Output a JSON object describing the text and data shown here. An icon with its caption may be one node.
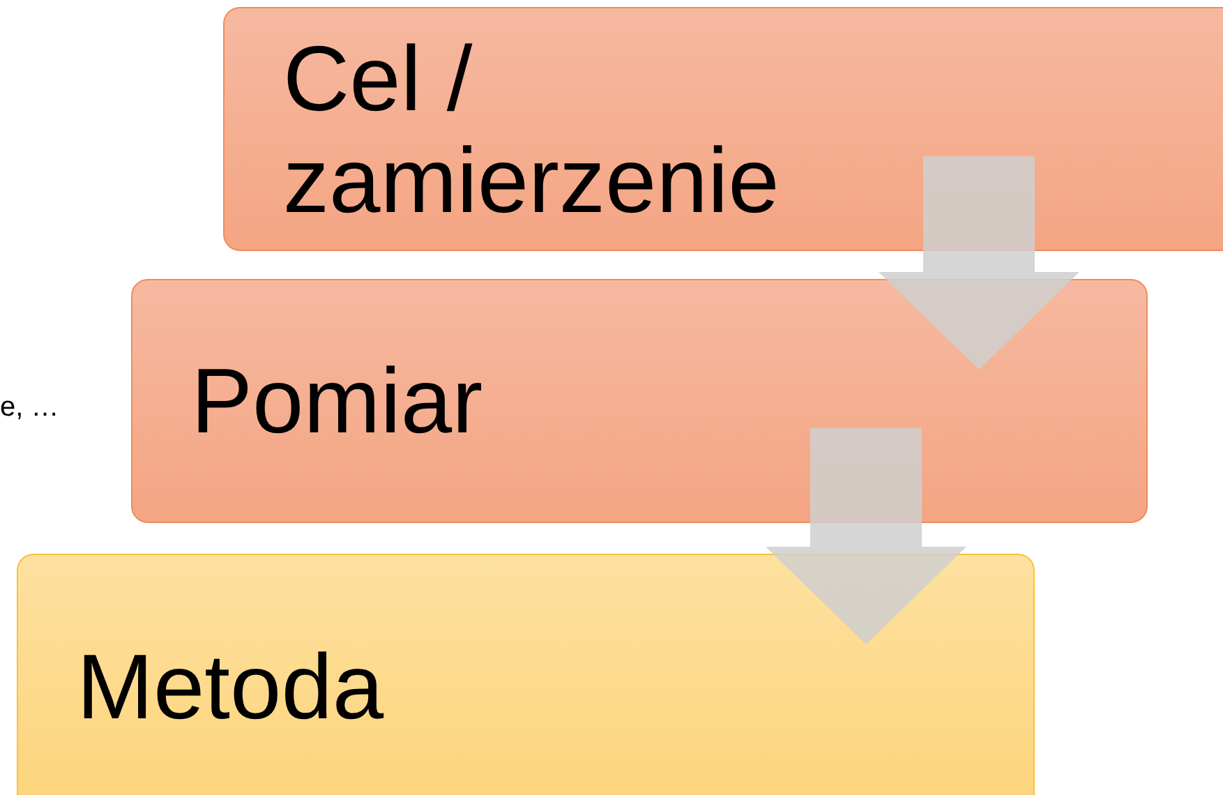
{
  "diagram": {
    "nodes": [
      {
        "text": [
          "Cel / zamierzenie"
        ]
      },
      {
        "text": [
          "Pomiar"
        ]
      },
      {
        "text": [
          "Metoda"
        ]
      }
    ],
    "edges": [
      {
        "from": 0,
        "to": 1,
        "arrow": "to"
      },
      {
        "from": 1,
        "to": 2,
        "arrow": "to"
      }
    ],
    "labels": [
      "e, …"
    ]
  }
}
